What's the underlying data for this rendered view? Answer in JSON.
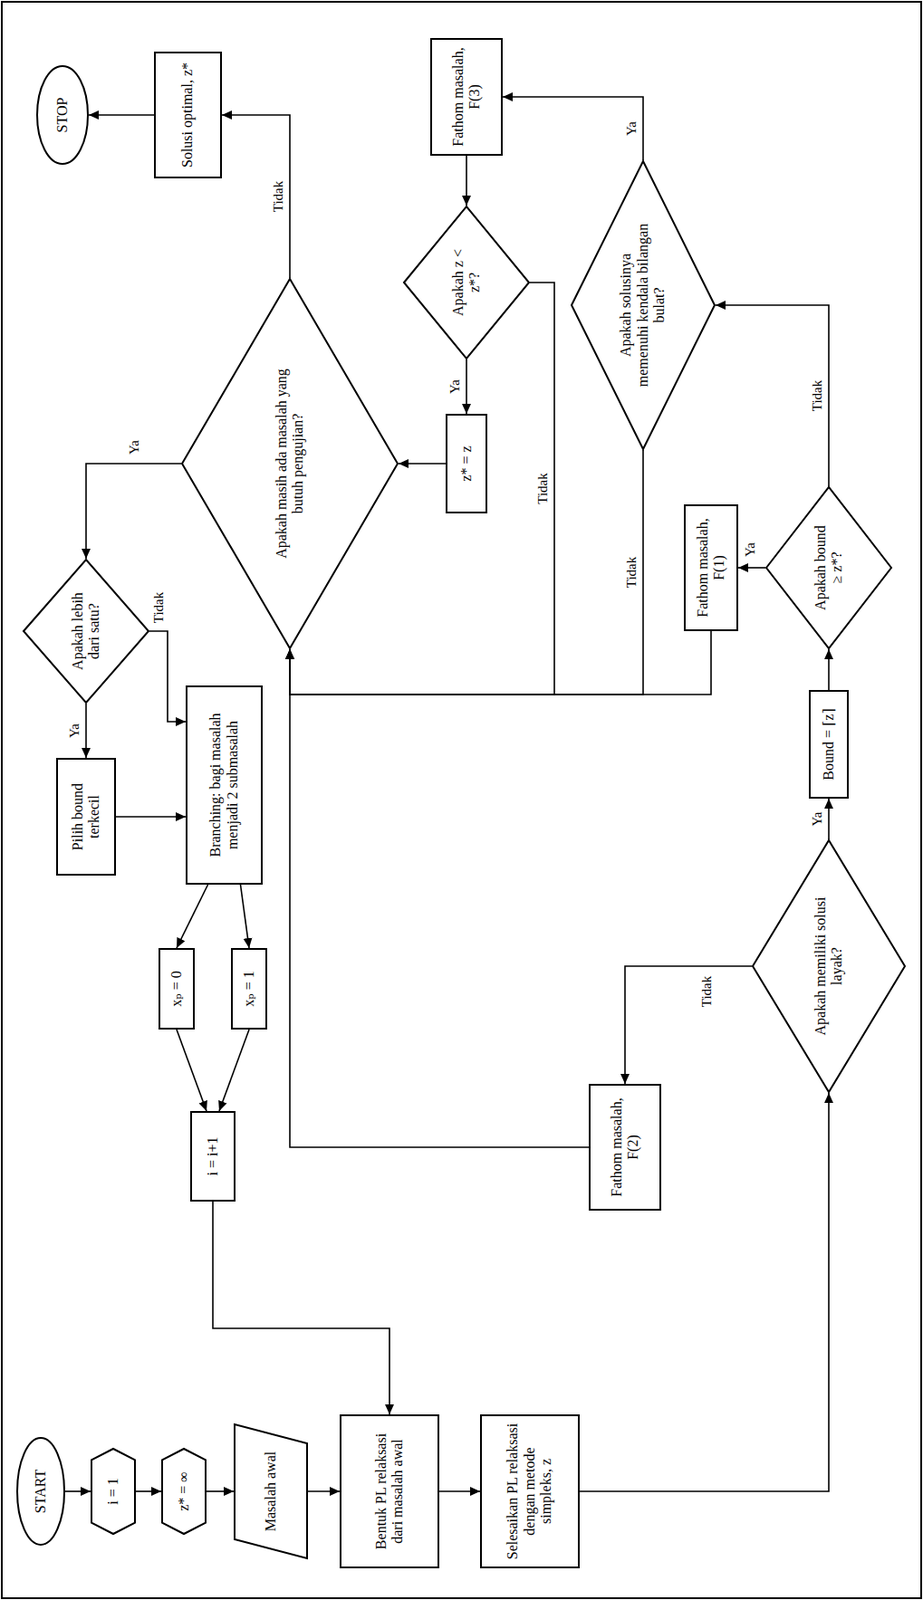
{
  "diagram": {
    "nodes": [
      {
        "text": [
          "START"
        ]
      },
      {
        "text": [
          "i = 1"
        ]
      },
      {
        "text": [
          "z* = ∞"
        ]
      },
      {
        "text": [
          "Masalah awal"
        ]
      },
      {
        "text": [
          "Bentuk PL relaksasi dari masalah awal"
        ]
      },
      {
        "text": [
          "Selesaikan PL relaksasi dengan metode simpleks, z"
        ]
      },
      {
        "text": [
          "Apakah memiliki solusi layak?"
        ]
      },
      {
        "text": [
          "Fathom masalah, F(2)"
        ]
      },
      {
        "text": [
          "Bound = ⌈z⌉"
        ]
      },
      {
        "text": [
          "Apakah bound ≥ z*?"
        ]
      },
      {
        "text": [
          "Fathom masalah, F(1)"
        ]
      },
      {
        "text": [
          "Apakah solusinya memenuhi kendala bilangan bulat?"
        ]
      },
      {
        "text": [
          "Fathom masalah, F(3)"
        ]
      },
      {
        "text": [
          "Apakah z < z*?"
        ]
      },
      {
        "text": [
          "z* = z"
        ]
      },
      {
        "text": [
          "Apakah masih ada masalah yang butuh pengujian?"
        ]
      },
      {
        "text": [
          "Solusi optimal, z*"
        ]
      },
      {
        "text": [
          "STOP"
        ]
      },
      {
        "text": [
          "Apakah lebih dari satu?"
        ]
      },
      {
        "text": [
          "Pilih bound terkecil"
        ]
      },
      {
        "text": [
          "Branching: bagi masalah menjadi 2 submasalah"
        ]
      },
      {
        "text": [
          "xₚ = 0"
        ]
      },
      {
        "text": [
          "xₚ = 1"
        ]
      },
      {
        "text": [
          "i = i+1"
        ]
      }
    ],
    "edges": [
      {
        "from": 0,
        "to": 1,
        "arrow": "to"
      },
      {
        "from": 1,
        "to": 2,
        "arrow": "to"
      },
      {
        "from": 2,
        "to": 3,
        "arrow": "to"
      },
      {
        "from": 3,
        "to": 4,
        "arrow": "to"
      },
      {
        "from": 4,
        "to": 5,
        "arrow": "to"
      },
      {
        "from": 5,
        "to": 6,
        "arrow": "to"
      },
      {
        "from": 6,
        "to": 7,
        "label": "Tidak",
        "arrow": "to"
      },
      {
        "from": 6,
        "to": 8,
        "label": "Ya",
        "arrow": "to"
      },
      {
        "from": 8,
        "to": 9,
        "arrow": "to"
      },
      {
        "from": 9,
        "to": 10,
        "label": "Ya",
        "arrow": "to"
      },
      {
        "from": 9,
        "to": 11,
        "label": "Tidak",
        "arrow": "to"
      },
      {
        "from": 11,
        "to": 12,
        "label": "Ya",
        "arrow": "to"
      },
      {
        "from": 11,
        "to": 15,
        "label": "Tidak",
        "arrow": "to"
      },
      {
        "from": 12,
        "to": 13,
        "arrow": "to"
      },
      {
        "from": 13,
        "to": 14,
        "label": "Ya",
        "arrow": "to"
      },
      {
        "from": 13,
        "to": 15,
        "label": "Tidak",
        "arrow": "to"
      },
      {
        "from": 14,
        "to": 15,
        "arrow": "to"
      },
      {
        "from": 10,
        "to": 15,
        "arrow": "to"
      },
      {
        "from": 7,
        "to": 15,
        "arrow": "to"
      },
      {
        "from": 15,
        "to": 16,
        "label": "Tidak",
        "arrow": "to"
      },
      {
        "from": 16,
        "to": 17,
        "arrow": "to"
      },
      {
        "from": 15,
        "to": 18,
        "label": "Ya",
        "arrow": "to"
      },
      {
        "from": 18,
        "to": 19,
        "label": "Ya",
        "arrow": "to"
      },
      {
        "from": 18,
        "to": 20,
        "label": "Tidak",
        "arrow": "to"
      },
      {
        "from": 19,
        "to": 20,
        "arrow": "to"
      },
      {
        "from": 20,
        "to": 21,
        "arrow": "to"
      },
      {
        "from": 20,
        "to": 22,
        "arrow": "to"
      },
      {
        "from": 21,
        "to": 23,
        "arrow": "to"
      },
      {
        "from": 22,
        "to": 23,
        "arrow": "to"
      },
      {
        "from": 23,
        "to": 4,
        "arrow": "to"
      }
    ]
  }
}
